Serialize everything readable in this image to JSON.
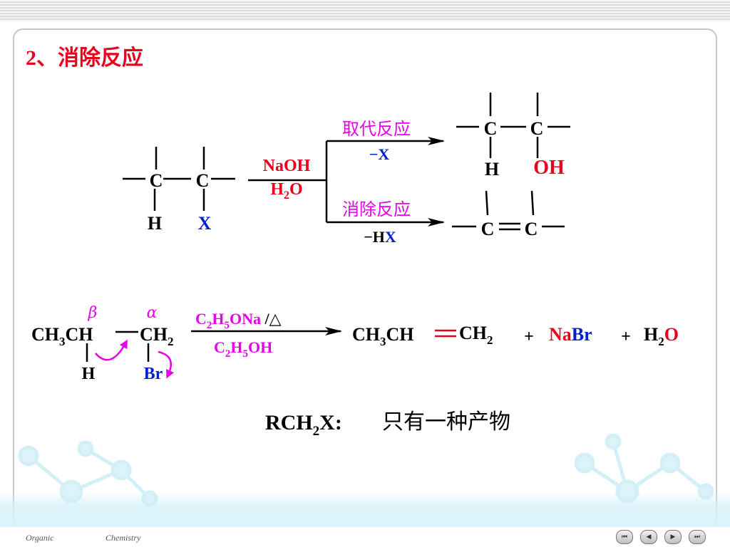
{
  "slide": {
    "title": "2、消除反应"
  },
  "general": {
    "reactant": {
      "c1": "C",
      "c2": "C",
      "h": "H",
      "x": "X"
    },
    "reagent": {
      "line1": "NaOH",
      "line2_base": "H",
      "line2_sub": "2",
      "line2_tail": "O"
    },
    "upper": {
      "label": "取代反应",
      "loss": "−X"
    },
    "lower": {
      "label": "消除反应",
      "loss_prefix": "−H",
      "loss_x": "X"
    },
    "product_sub": {
      "c1": "C",
      "c2": "C",
      "h": "H",
      "oh": "OH"
    },
    "product_elim": {
      "c1": "C",
      "c2": "C"
    }
  },
  "example": {
    "beta": "β",
    "alpha": "α",
    "reactant": {
      "a": "CH",
      "a_sub": "3",
      "b": "CH",
      "c": "CH",
      "c_sub": "2",
      "h": "H",
      "br": "Br"
    },
    "cond_top": {
      "p1": "C",
      "s1": "2",
      "p2": "H",
      "s2": "5",
      "p3": "ONa",
      "p4": " /△"
    },
    "cond_bottom": {
      "p1": "C",
      "s1": "2",
      "p2": "H",
      "s2": "5",
      "p3": "OH"
    },
    "product": {
      "a": "CH",
      "a_sub": "3",
      "b": "CH",
      "c": "CH",
      "c_sub": "2"
    },
    "plus": "+",
    "nabr": {
      "na": "Na",
      "br": "Br"
    },
    "water": {
      "h": "H",
      "sub": "2",
      "o": "O"
    }
  },
  "note": {
    "formula_a": "RCH",
    "formula_sub": "2",
    "formula_b": "X:",
    "text": "只有一种产物"
  },
  "footer": {
    "left": "Organic",
    "right": "Chemistry",
    "nav": [
      "⏮",
      "◀",
      "▶",
      "⏭"
    ]
  },
  "colors": {
    "title": "#e8001c",
    "magenta": "#e800e8",
    "blue": "#0022cc",
    "red": "#e8001c",
    "black": "#000000"
  }
}
